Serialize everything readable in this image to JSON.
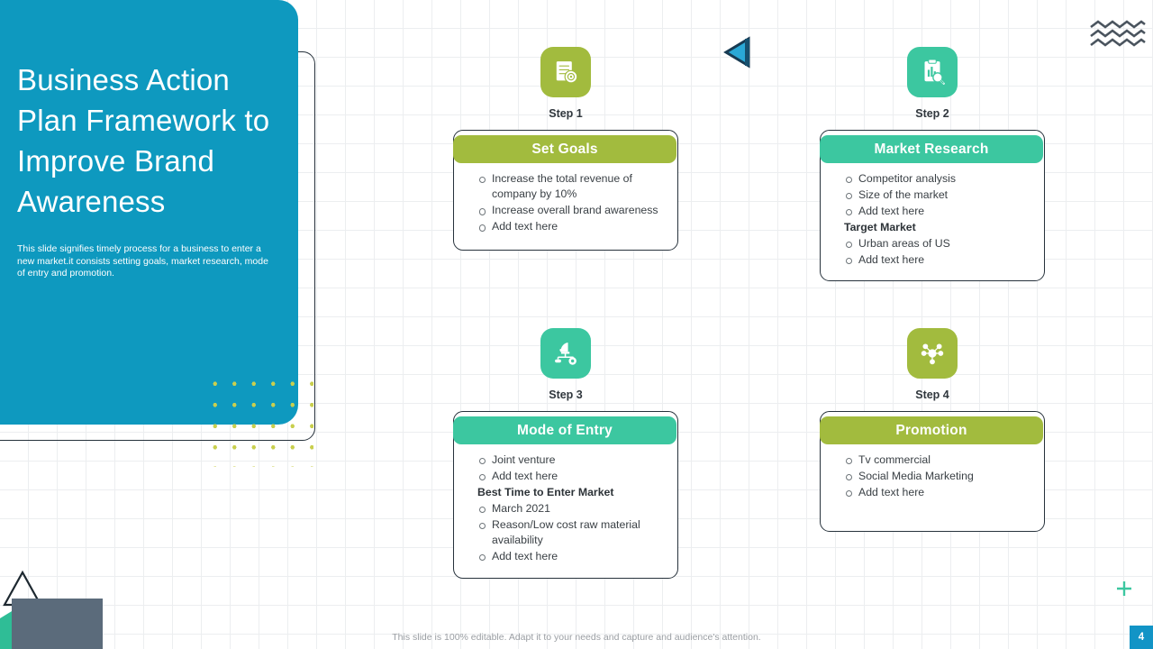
{
  "hero": {
    "title": "Business Action Plan Framework to Improve Brand Awareness",
    "description": "This slide signifies timely process for a business to enter a new market.it consists setting goals, market research, mode of entry and promotion."
  },
  "colors": {
    "hero_blue": "#0e99bf",
    "green": "#a2bb3e",
    "teal": "#3cc7a0",
    "slate": "#5b6b7b",
    "dot_olive": "#c9cf4e",
    "badge_blue": "#1294c6"
  },
  "steps": [
    {
      "step_label": "Step 1",
      "icon_name": "checklist-target-icon",
      "title": "Set Goals",
      "accent": "#a2bb3e",
      "items": [
        {
          "type": "bullet",
          "text": "Increase the total revenue of company by 10%"
        },
        {
          "type": "bullet",
          "text": "Increase overall brand awareness"
        },
        {
          "type": "bullet",
          "text": "Add text here"
        }
      ]
    },
    {
      "step_label": "Step 2",
      "icon_name": "clipboard-search-icon",
      "title": "Market Research",
      "accent": "#3cc7a0",
      "items": [
        {
          "type": "bullet",
          "text": "Competitor analysis"
        },
        {
          "type": "bullet",
          "text": "Size of the market"
        },
        {
          "type": "bullet",
          "text": "Add text here"
        },
        {
          "type": "subhead",
          "text": "Target Market"
        },
        {
          "type": "bullet",
          "text": "Urban areas of US"
        },
        {
          "type": "bullet",
          "text": "Add text here"
        }
      ]
    },
    {
      "step_label": "Step 3",
      "icon_name": "strategy-knight-icon",
      "title": "Mode of Entry",
      "accent": "#3cc7a0",
      "items": [
        {
          "type": "bullet",
          "text": "Joint venture"
        },
        {
          "type": "bullet",
          "text": "Add text here"
        },
        {
          "type": "subhead",
          "text": "Best Time to Enter Market"
        },
        {
          "type": "bullet",
          "text": "March 2021"
        },
        {
          "type": "bullet",
          "text": "Reason/Low cost raw material availability"
        },
        {
          "type": "bullet",
          "text": "Add text here"
        }
      ]
    },
    {
      "step_label": "Step 4",
      "icon_name": "network-hub-icon",
      "title": "Promotion",
      "accent": "#a2bb3e",
      "items": [
        {
          "type": "bullet",
          "text": "Tv commercial"
        },
        {
          "type": "bullet",
          "text": "Social Media Marketing"
        },
        {
          "type": "bullet",
          "text": "Add text here"
        }
      ]
    }
  ],
  "footer": {
    "note": "This slide is 100% editable. Adapt it to your needs and capture and audience's attention."
  },
  "page_number": "4"
}
